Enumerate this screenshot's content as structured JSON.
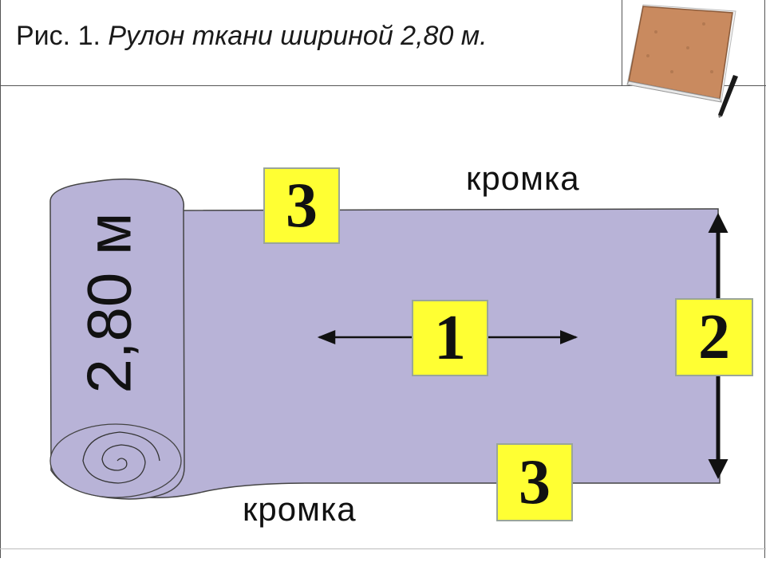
{
  "caption": {
    "prefix": "Рис. 1.",
    "text": "Рулон ткани шириной 2,80 м."
  },
  "diagram": {
    "roll_width_label": "2,80 м",
    "edge_label_top": "кромка",
    "edge_label_bottom": "кромка",
    "markers": {
      "center": "1",
      "width": "2",
      "edge_top": "3",
      "edge_bottom": "3"
    },
    "icons": {
      "notebook": "notebook-with-pen-icon",
      "direction_arrows": "double-headed-arrow-icon"
    },
    "colors": {
      "fabric": "#b8b3d7",
      "marker": "#ffff33",
      "outline": "#444444"
    }
  }
}
